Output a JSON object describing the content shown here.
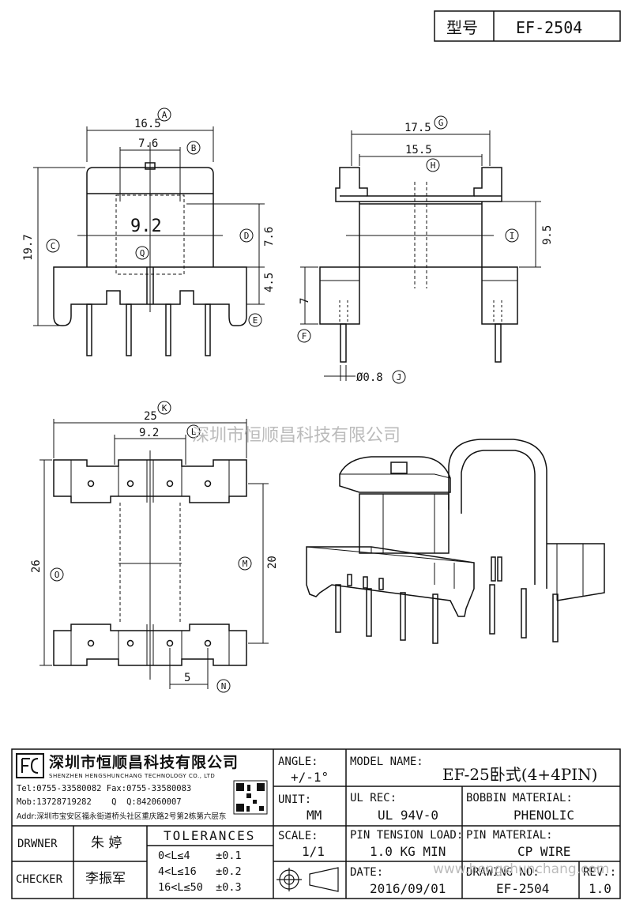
{
  "header": {
    "model_label": "型号",
    "model_value": "EF-2504"
  },
  "watermark": "深圳市恒顺昌科技有限公司",
  "watermark2": "www.hengshunchang.com",
  "dims": {
    "a": "16.5",
    "b": "7.6",
    "c": "19.7",
    "d": "7.6",
    "e": "4.5",
    "inner": "9.2",
    "g": "17.5",
    "h": "15.5",
    "i": "9.5",
    "f": "7",
    "j": "Ø0.8",
    "k": "25",
    "l": "9.2",
    "o": "26",
    "m": "20",
    "n": "5"
  },
  "callouts": [
    "A",
    "B",
    "C",
    "D",
    "E",
    "F",
    "G",
    "H",
    "I",
    "J",
    "K",
    "L",
    "M",
    "N",
    "O",
    "Q"
  ],
  "company": {
    "name_cn": "深圳市恒顺昌科技有限公司",
    "name_en": "SHENZHEN HENGSHUNCHANG TECHNOLOGY CO., LTD",
    "tel": "Tel:0755-33580082 Fax:0755-33580083",
    "mob": "Mob:13728719282    Q  Q:842060007",
    "addr": "Addr:深圳市宝安区福永街道桥头社区重庆路2号第2栋第六层东"
  },
  "title_block": {
    "angle_label": "ANGLE:",
    "angle_value": "+/-1°",
    "unit_label": "UNIT:",
    "unit_value": "MM",
    "scale_label": "SCALE:",
    "scale_value": "1/1",
    "model_name_label": "MODEL NAME:",
    "model_name_value": "EF-25卧式(4+4PIN)",
    "ul_label": "UL REC:",
    "ul_value": "UL 94V-0",
    "bobbin_label": "BOBBIN MATERIAL:",
    "bobbin_value": "PHENOLIC",
    "pin_tension_label": "PIN TENSION LOAD:",
    "pin_tension_value": "1.0 KG MIN",
    "pin_material_label": "PIN MATERIAL:",
    "pin_material_value": "CP WIRE",
    "date_label": "DATE:",
    "date_value": "2016/09/01",
    "drawing_label": "DRAWING NO:",
    "drawing_value": "EF-2504",
    "rev_label": "REV.:",
    "rev_value": "1.0",
    "drawer_label": "DRWNER",
    "drawer_value": "朱 婷",
    "checker_label": "CHECKER",
    "checker_value": "李振军",
    "tolerances_title": "TOLERANCES",
    "tol1": "0<L≤4    ±0.1",
    "tol2": "4<L≤16   ±0.2",
    "tol3": "16<L≤50  ±0.3"
  }
}
